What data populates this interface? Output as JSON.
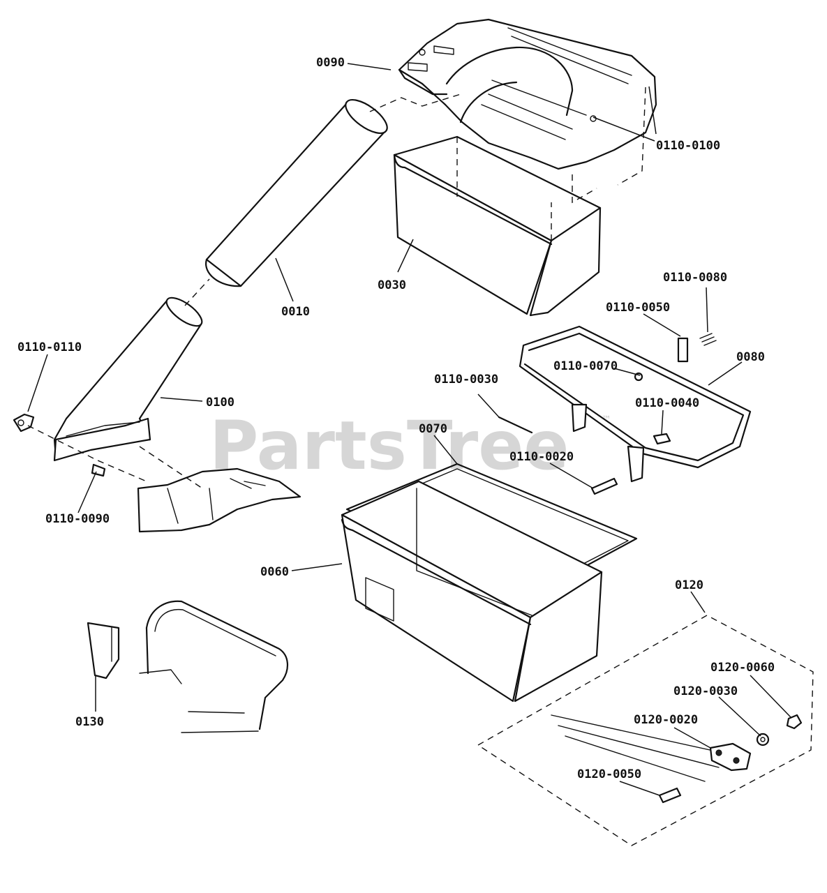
{
  "watermark": {
    "brand": "PartsTree",
    "trademark": "™"
  },
  "callouts": {
    "p0090": "0090",
    "p0110_0100": "0110-0100",
    "p0030": "0030",
    "p0010": "0010",
    "p0110_0080": "0110-0080",
    "p0110_0050": "0110-0050",
    "p0080": "0080",
    "p0110_0070": "0110-0070",
    "p0110_0110": "0110-0110",
    "p0110_0030": "0110-0030",
    "p0100": "0100",
    "p0110_0040": "0110-0040",
    "p0070": "0070",
    "p0110_0020": "0110-0020",
    "p0110_0090": "0110-0090",
    "p0060": "0060",
    "p0120": "0120",
    "p0120_0060": "0120-0060",
    "p0120_0030": "0120-0030",
    "p0130": "0130",
    "p0120_0020": "0120-0020",
    "p0120_0050": "0120-0050"
  }
}
